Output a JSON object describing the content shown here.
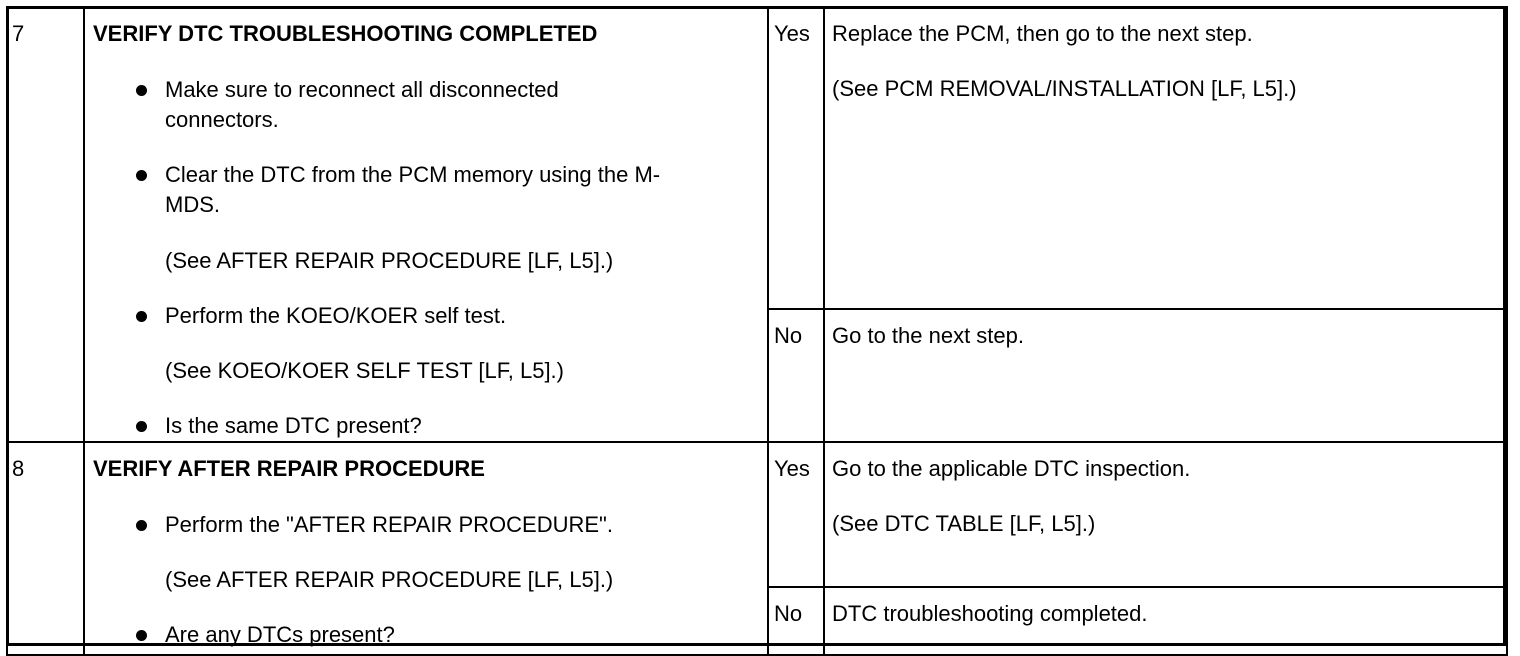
{
  "steps": [
    {
      "number": "7",
      "title": "VERIFY DTC TROUBLESHOOTING COMPLETED",
      "bullets": [
        {
          "text": "Make sure to reconnect all disconnected connectors.",
          "note": ""
        },
        {
          "text": "Clear the DTC from the PCM memory using the M-MDS.",
          "note": "(See AFTER REPAIR PROCEDURE [LF, L5].)"
        },
        {
          "text": "Perform the KOEO/KOER self test.",
          "note": "(See KOEO/KOER SELF TEST [LF, L5].)"
        },
        {
          "text": "Is the same DTC present?",
          "note": ""
        }
      ],
      "answers": [
        {
          "label": "Yes",
          "action": "Replace the PCM, then go to the next step.",
          "note": "(See PCM REMOVAL/INSTALLATION [LF, L5].)"
        },
        {
          "label": "No",
          "action": "Go to the next step.",
          "note": ""
        }
      ]
    },
    {
      "number": "8",
      "title": "VERIFY AFTER REPAIR PROCEDURE",
      "bullets": [
        {
          "text": "Perform the \"AFTER REPAIR PROCEDURE\".",
          "note": "(See AFTER REPAIR PROCEDURE [LF, L5].)"
        },
        {
          "text": "Are any DTCs present?",
          "note": ""
        }
      ],
      "answers": [
        {
          "label": "Yes",
          "action": "Go to the applicable DTC inspection.",
          "note": "(See DTC TABLE [LF, L5].)"
        },
        {
          "label": "No",
          "action": "DTC troubleshooting completed.",
          "note": ""
        }
      ]
    }
  ]
}
